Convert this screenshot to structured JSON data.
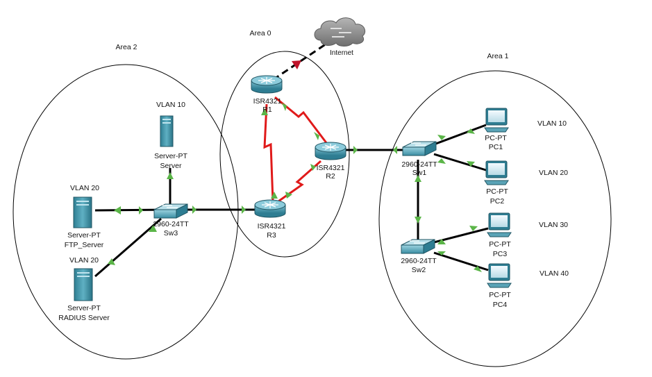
{
  "areas": {
    "area0": "Area 0",
    "area1": "Area 1",
    "area2": "Area 2"
  },
  "internet": {
    "label": "Internet"
  },
  "routers": {
    "r1": {
      "model": "ISR4321",
      "name": "R1"
    },
    "r2": {
      "model": "ISR4321",
      "name": "R2"
    },
    "r3": {
      "model": "ISR4321",
      "name": "R3"
    }
  },
  "switches": {
    "sw1": {
      "model": "2960-24TT",
      "name": "Sw1"
    },
    "sw2": {
      "model": "2960-24TT",
      "name": "Sw2"
    },
    "sw3": {
      "model": "2960-24TT",
      "name": "Sw3"
    }
  },
  "servers": {
    "server": {
      "model": "Server-PT",
      "name": "Server",
      "vlan": "VLAN 10"
    },
    "ftp": {
      "model": "Server-PT",
      "name": "FTP_Server",
      "vlan": "VLAN 20"
    },
    "radius": {
      "model": "Server-PT",
      "name": "RADIUS Server",
      "vlan": "VLAN 20"
    }
  },
  "pcs": {
    "pc1": {
      "model": "PC-PT",
      "name": "PC1",
      "vlan": "VLAN 10"
    },
    "pc2": {
      "model": "PC-PT",
      "name": "PC2",
      "vlan": "VLAN 20"
    },
    "pc3": {
      "model": "PC-PT",
      "name": "PC3",
      "vlan": "VLAN 30"
    },
    "pc4": {
      "model": "PC-PT",
      "name": "PC4",
      "vlan": "VLAN 40"
    }
  },
  "colors": {
    "copper": "#000000",
    "serial": "#e01a1a",
    "link_up": "#5bb548",
    "device": "#3a8aa0",
    "cloud": "#8a8a8a"
  }
}
